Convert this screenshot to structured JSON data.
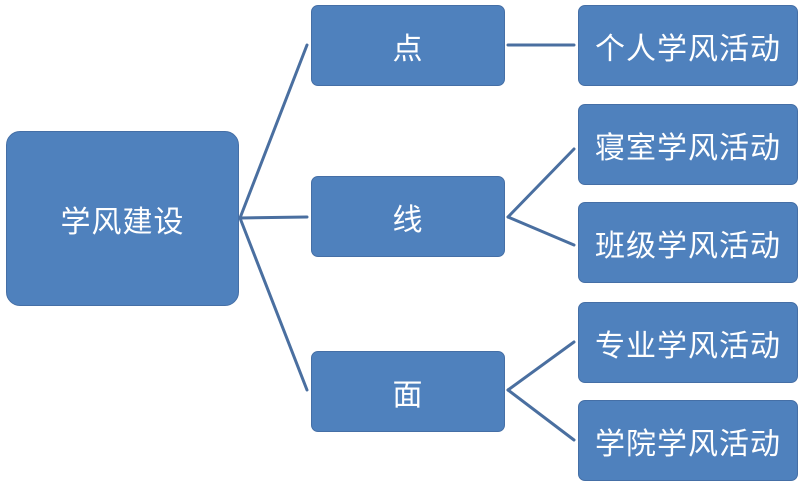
{
  "root": {
    "label": "学风建设"
  },
  "levels": [
    {
      "label": "点",
      "children": [
        "个人学风活动"
      ]
    },
    {
      "label": "线",
      "children": [
        "寝室学风活动",
        "班级学风活动"
      ]
    },
    {
      "label": "面",
      "children": [
        "专业学风活动",
        "学院学风活动"
      ]
    }
  ],
  "colors": {
    "node_fill": "#4f81bd",
    "node_text": "#ffffff",
    "connector": "#4a6fa0"
  }
}
